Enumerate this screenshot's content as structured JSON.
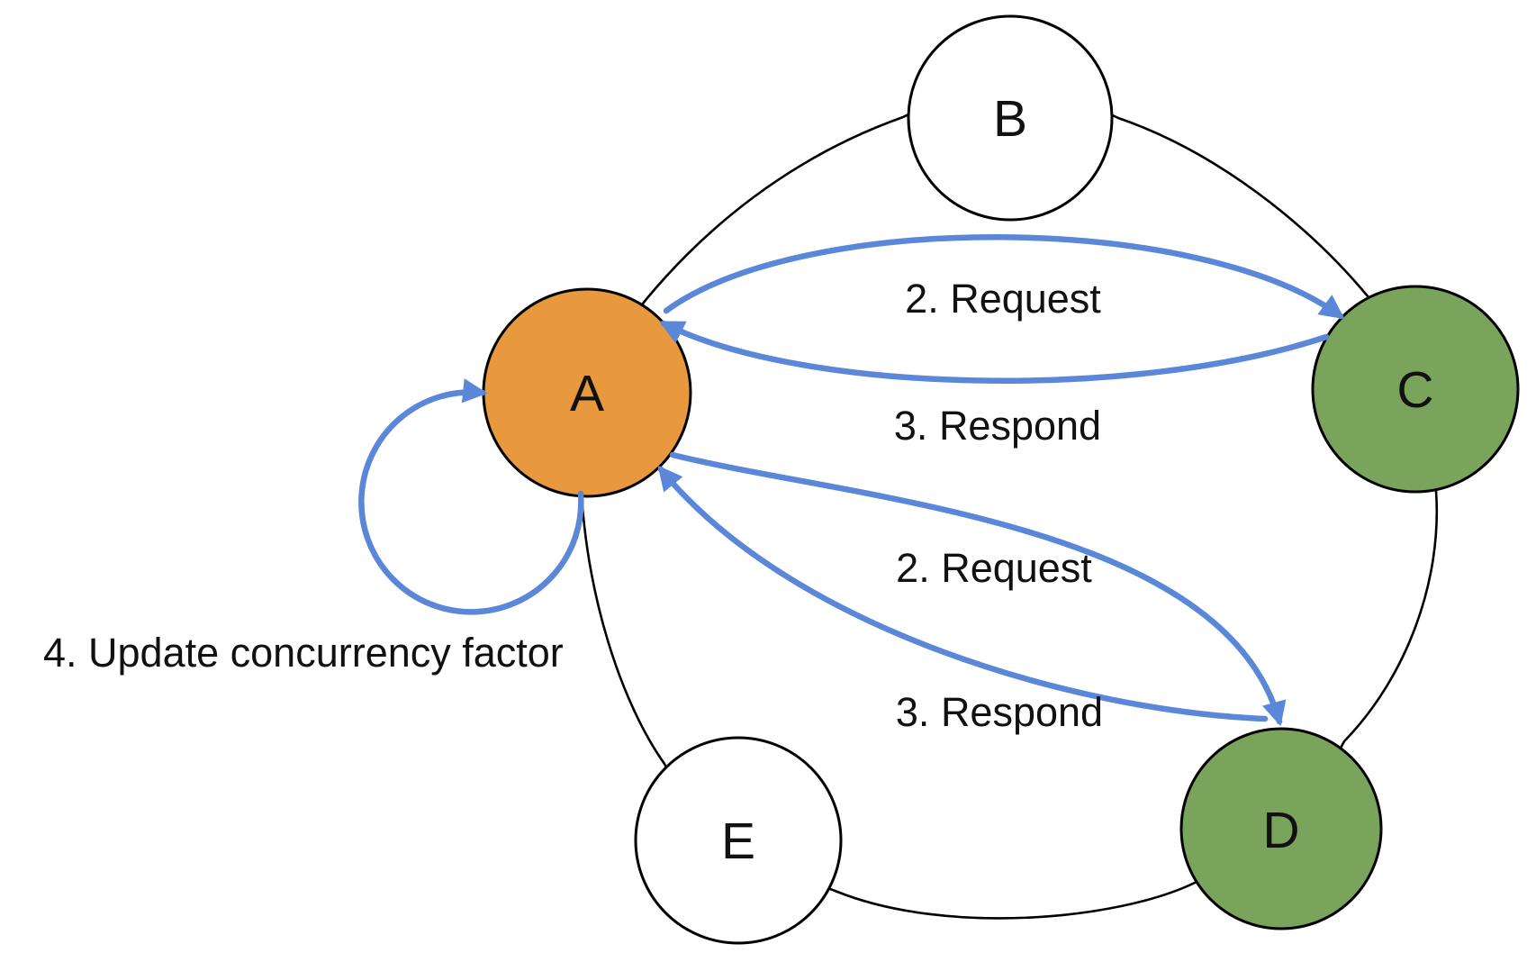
{
  "diagram": {
    "nodes": [
      {
        "id": "A",
        "label": "A",
        "fill": "#E9993D"
      },
      {
        "id": "B",
        "label": "B",
        "fill": "#FFFFFF"
      },
      {
        "id": "C",
        "label": "C",
        "fill": "#7AA35B"
      },
      {
        "id": "D",
        "label": "D",
        "fill": "#7AA35B"
      },
      {
        "id": "E",
        "label": "E",
        "fill": "#FFFFFF"
      }
    ],
    "edges": [
      {
        "from": "A",
        "to": "C",
        "label": "2. Request"
      },
      {
        "from": "C",
        "to": "A",
        "label": "3. Respond"
      },
      {
        "from": "A",
        "to": "D",
        "label": "2. Request"
      },
      {
        "from": "D",
        "to": "A",
        "label": "3. Respond"
      },
      {
        "from": "A",
        "to": "A",
        "label": "4. Update concurrency factor"
      }
    ],
    "colors": {
      "arrow": "#5B87D8",
      "ring": "#000000",
      "node_stroke": "#000000",
      "text": "#111111",
      "orange_node": "#E9993D",
      "green_node": "#7AA35B",
      "white_node": "#FFFFFF"
    }
  }
}
